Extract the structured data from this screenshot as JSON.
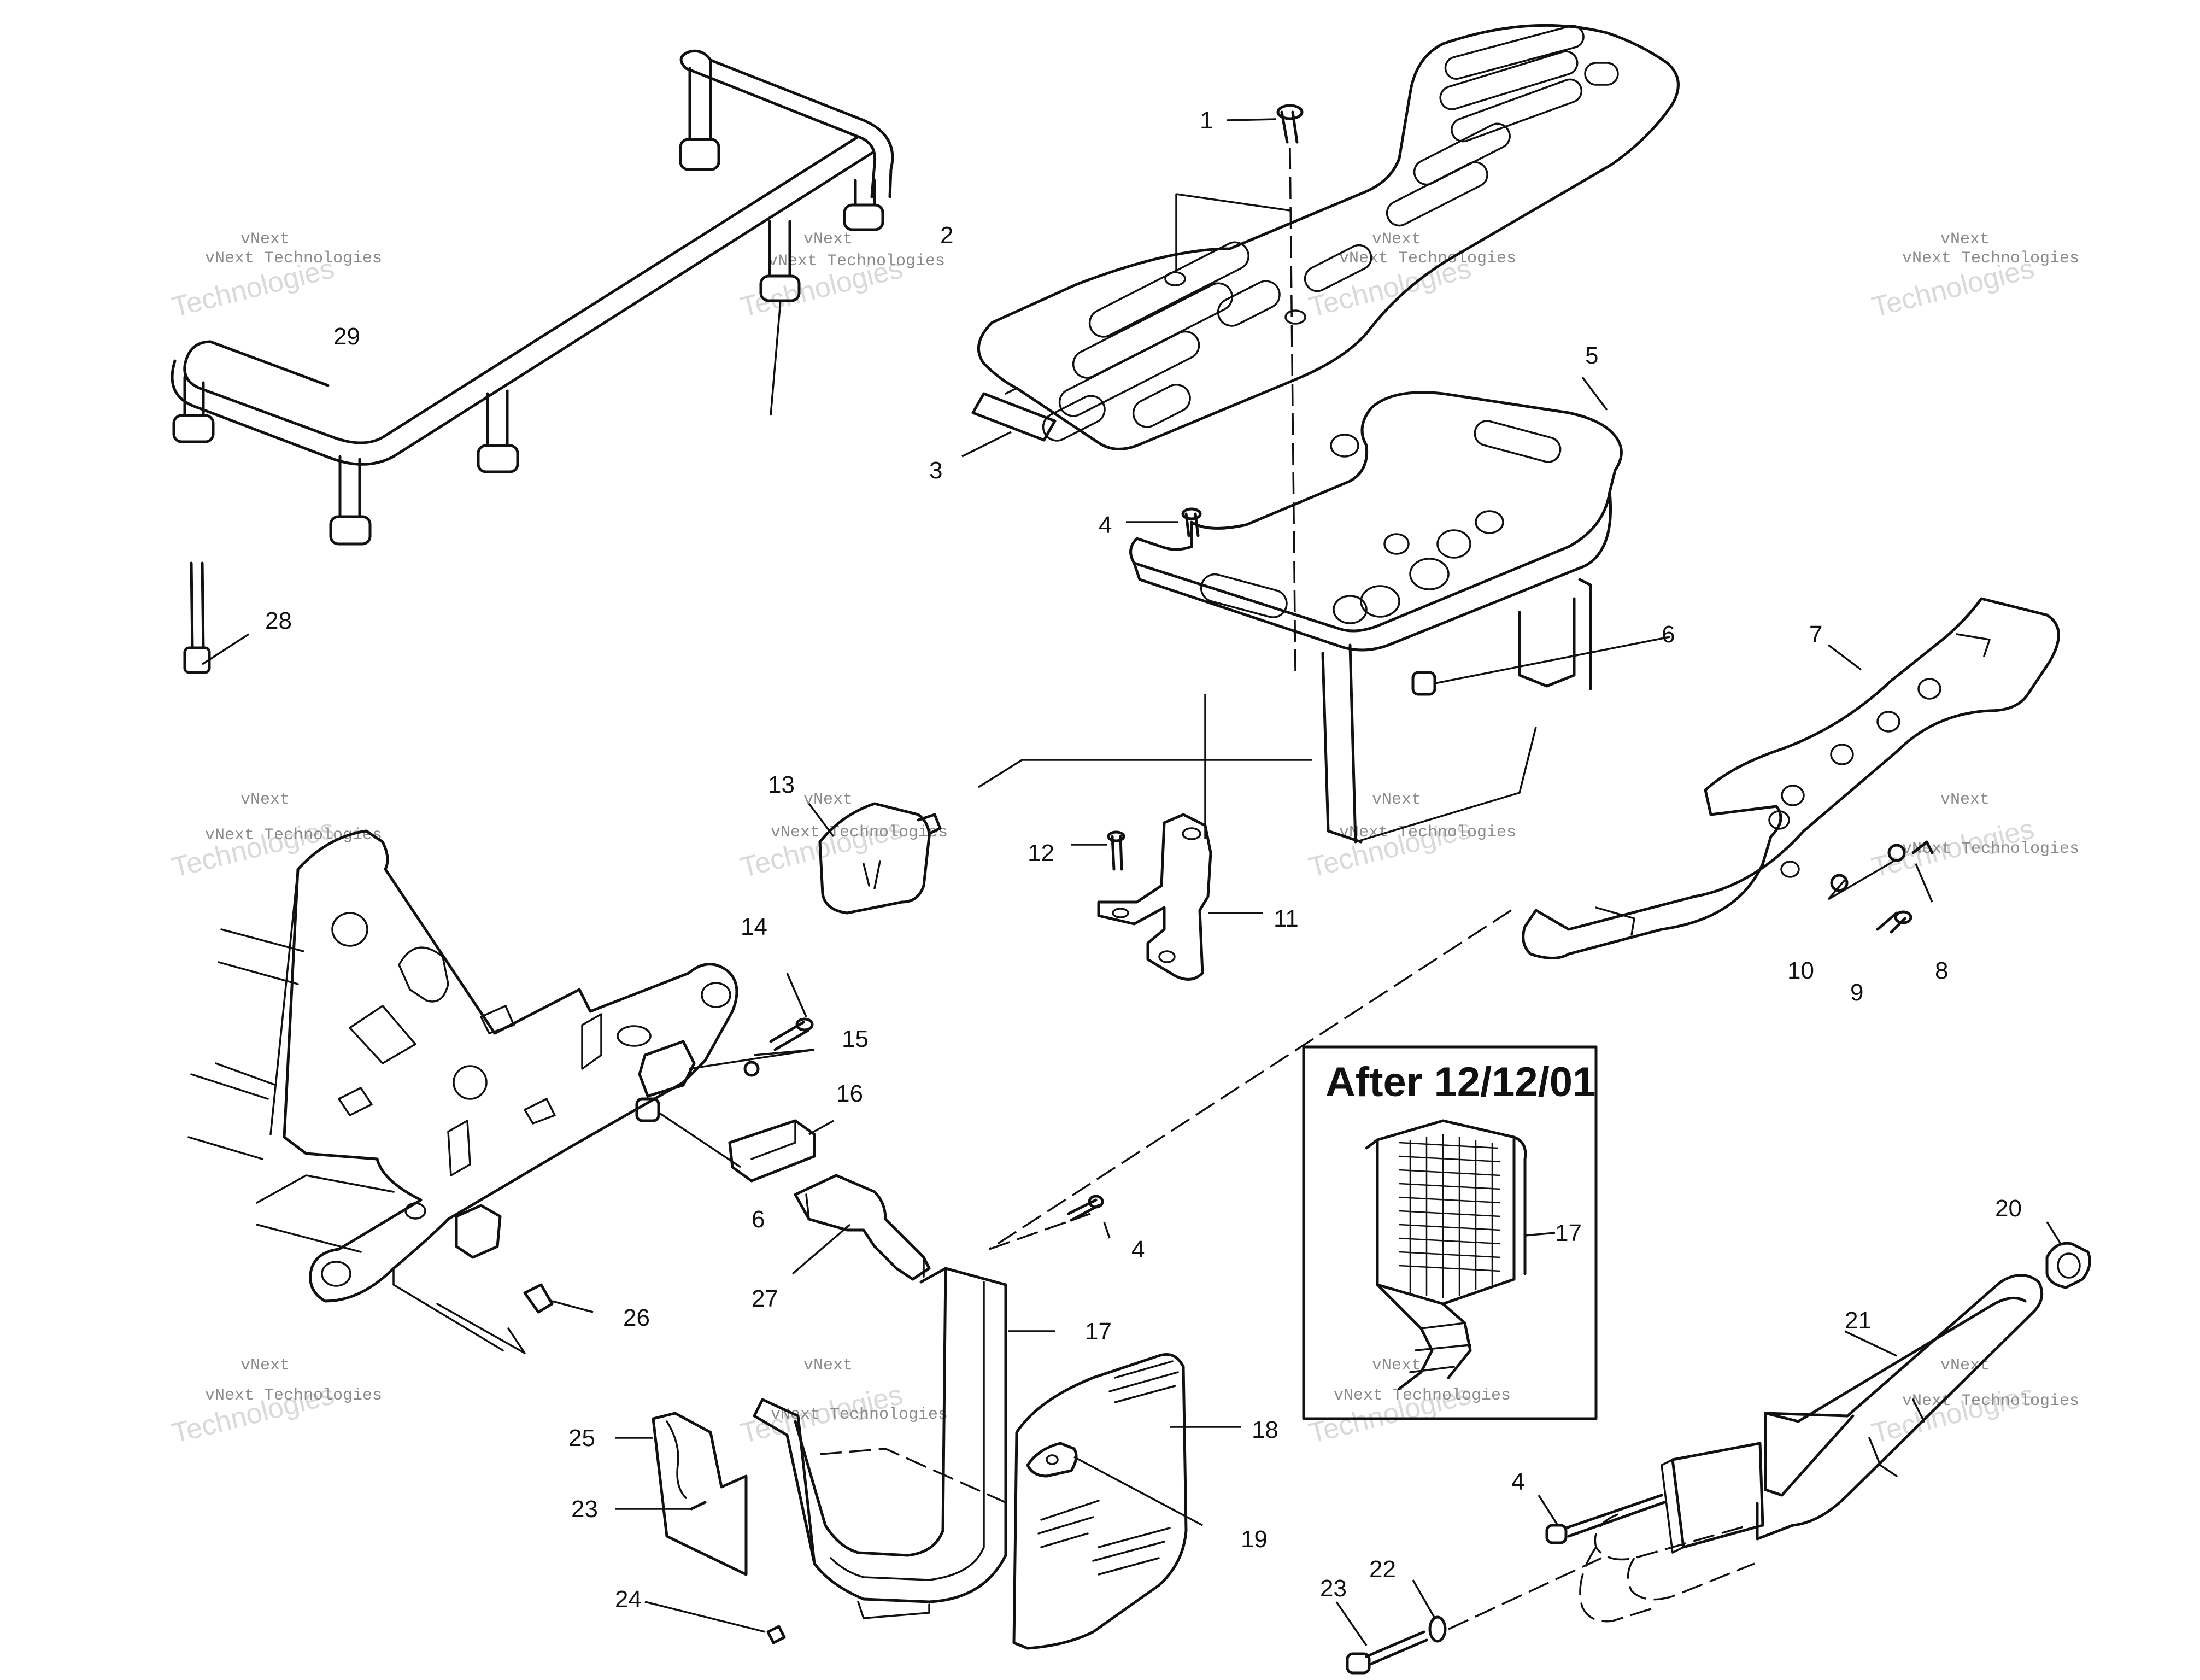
{
  "watermark": {
    "line1": "vNext",
    "line2": "vNext Technologies",
    "line3": "Technologies"
  },
  "inset": {
    "title": "After 12/12/01",
    "callout": "17"
  },
  "callouts": {
    "c1": "1",
    "c2": "2",
    "c3": "3",
    "c4a": "4",
    "c4b": "4",
    "c4c": "4",
    "c5": "5",
    "c6a": "6",
    "c6b": "6",
    "c7": "7",
    "c8": "8",
    "c9": "9",
    "c10": "10",
    "c11": "11",
    "c12": "12",
    "c13": "13",
    "c14": "14",
    "c15": "15",
    "c16": "16",
    "c17": "17",
    "c18": "18",
    "c19": "19",
    "c20": "20",
    "c21": "21",
    "c22": "22",
    "c23a": "23",
    "c23b": "23",
    "c24": "24",
    "c25": "25",
    "c26": "26",
    "c27": "27",
    "c28": "28",
    "c29": "29"
  }
}
